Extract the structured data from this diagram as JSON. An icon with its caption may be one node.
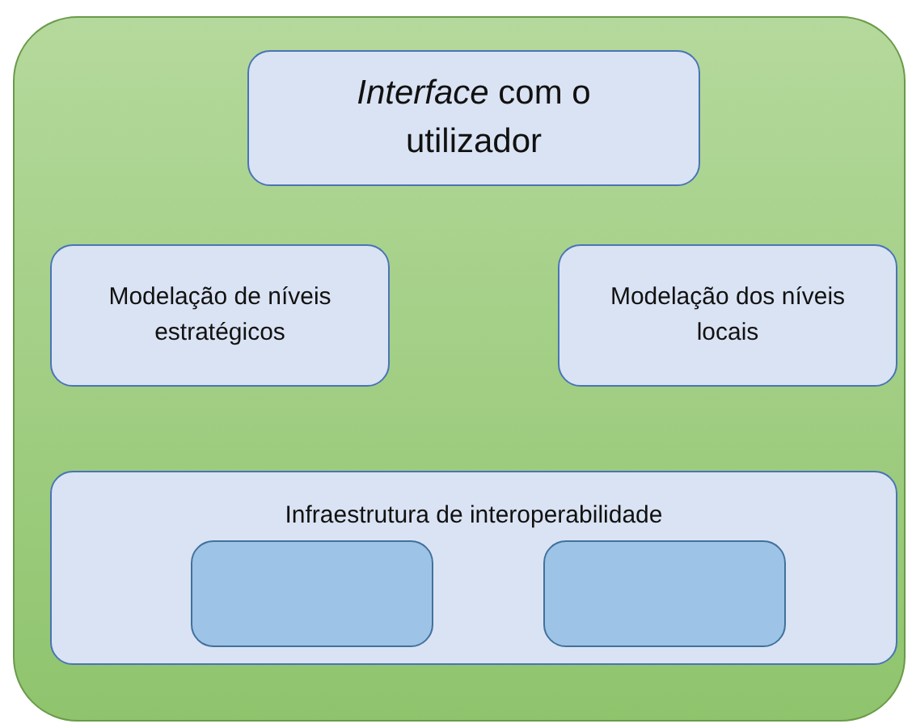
{
  "diagram": {
    "nodes": [
      {
        "text": [],
        "shape": "box"
      },
      {
        "text": [
          "*Interface* com o utilizador"
        ],
        "in": 0
      },
      {
        "text": [
          "Modelação de níveis estratégicos"
        ],
        "in": 0
      },
      {
        "text": [
          "Modelação dos níveis locais"
        ],
        "in": 0
      },
      {
        "text": [
          "Infraestrutura de interoperabilidade"
        ],
        "in": 0
      },
      {
        "text": [],
        "shape": "box",
        "in": 4
      },
      {
        "text": [],
        "shape": "box",
        "in": 4
      }
    ]
  }
}
